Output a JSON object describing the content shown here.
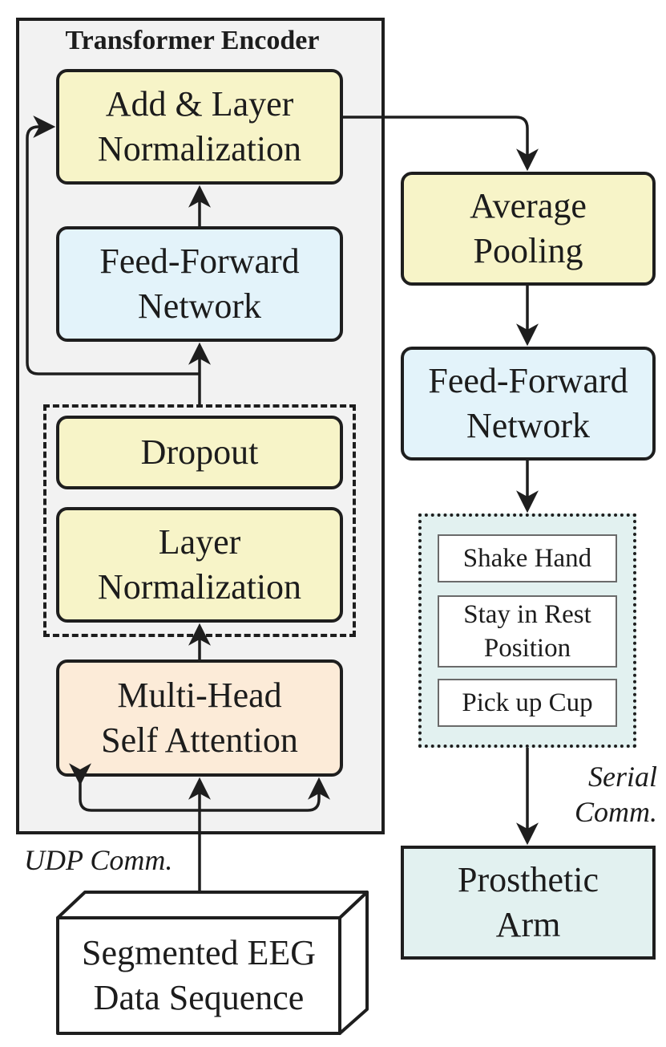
{
  "encoder": {
    "title": "Transformer Encoder",
    "add_norm": [
      "Add & Layer",
      "Normalization"
    ],
    "ffn": [
      "Feed-Forward",
      "Network"
    ],
    "dropout": "Dropout",
    "layer_norm": [
      "Layer",
      "Normalization"
    ],
    "mhsa": [
      "Multi-Head",
      "Self Attention"
    ]
  },
  "head": {
    "avg_pool": [
      "Average",
      "Pooling"
    ],
    "ffn": [
      "Feed-Forward",
      "Network"
    ]
  },
  "classes": {
    "shake_hand": "Shake Hand",
    "rest": [
      "Stay in Rest",
      "Position"
    ],
    "cup": "Pick up Cup"
  },
  "labels": {
    "serial": [
      "Serial",
      "Comm."
    ],
    "udp": "UDP Comm."
  },
  "output": [
    "Prosthetic",
    "Arm"
  ],
  "input": [
    "Segmented EEG",
    "Data Sequence"
  ],
  "colors": {
    "yellow": "#f7f4c8",
    "blue": "#e3f3fa",
    "peach": "#fcebd8",
    "teal": "#e2f1f0",
    "encoder_bg": "#f2f2f2"
  }
}
